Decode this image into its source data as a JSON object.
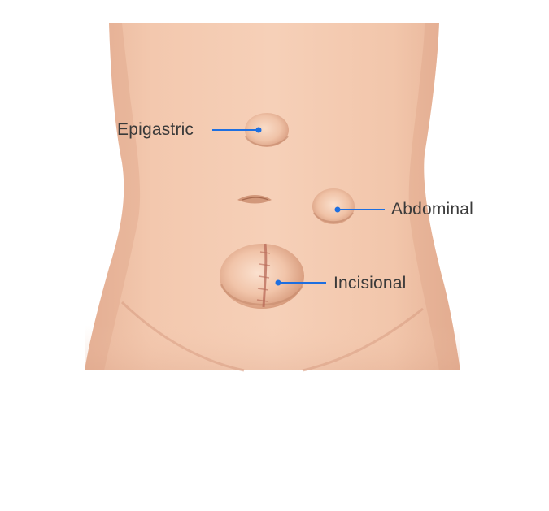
{
  "diagram": {
    "labels": {
      "epigastric": "Epigastric",
      "abdominal": "Abdominal",
      "incisional": "Incisional"
    },
    "colors": {
      "pointer": "#1e6fe0",
      "label_text": "#3a3a3a",
      "skin": "#f2c9b0",
      "background": "#ffffff"
    },
    "illustration": "torso-with-hernias"
  }
}
